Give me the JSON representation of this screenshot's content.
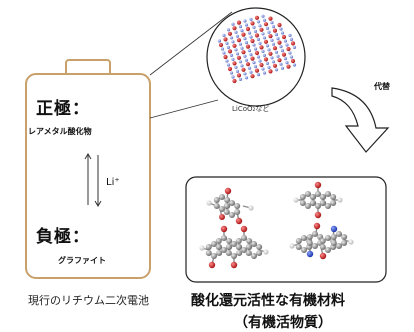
{
  "battery": {
    "positive": "正極：",
    "positive_material": "レアメタル酸化物",
    "ion": "Li⁺",
    "negative": "負極：",
    "negative_material": "グラファイト",
    "caption": "現行のリチウム二次電池"
  },
  "crystal": {
    "label": "LiCoO₂など"
  },
  "arrow": {
    "label": "代替"
  },
  "molecules": {
    "title_line1": "酸化還元活性な有機材料",
    "title_line2": "（有機活物質）"
  },
  "colors": {
    "battery_outline": "#c8a06a",
    "atom_red": "#c41e1e",
    "atom_blue": "#7f8fd6",
    "carbon_grey": "#909090",
    "nitrogen_blue": "#2547c9",
    "hydrogen_white": "#f4f4f4"
  }
}
